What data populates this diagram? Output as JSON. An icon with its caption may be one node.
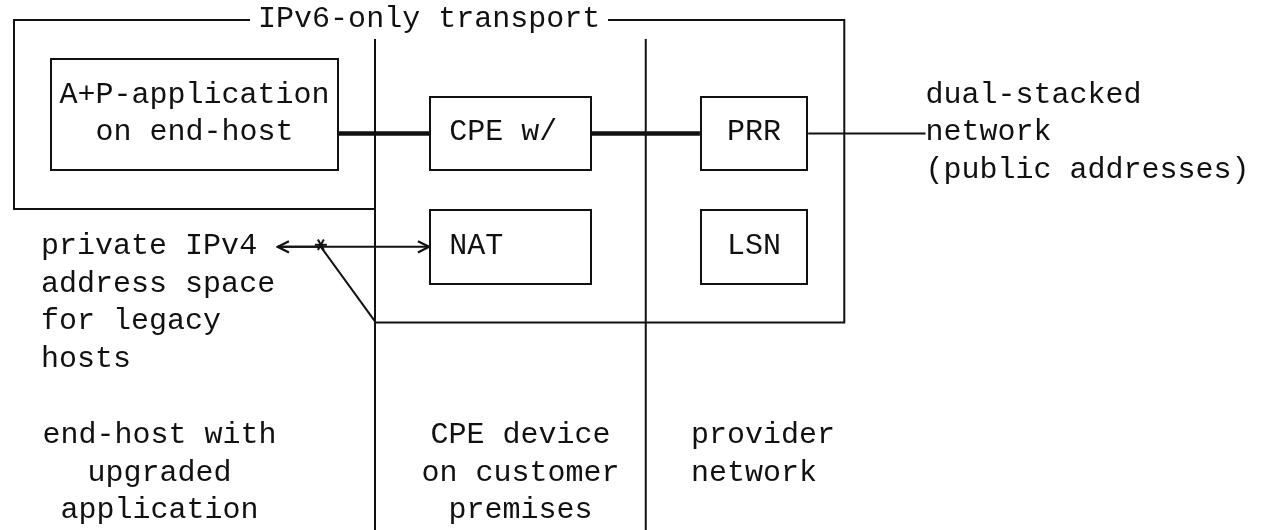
{
  "diagram": {
    "nodes": [
      {
        "text": [
          "IPv6-only transport"
        ]
      },
      {
        "text": [
          "A+P-application on end-host"
        ],
        "in": 0
      },
      {
        "text": [
          "CPE w/"
        ],
        "in": 0
      },
      {
        "text": [
          "NAT"
        ],
        "in": 0
      },
      {
        "text": [
          "PRR"
        ],
        "in": 0
      },
      {
        "text": [
          "LSN"
        ],
        "in": 0
      },
      {
        "text": [
          "dual-stacked network",
          "(public addresses)"
        ]
      },
      {
        "text": [
          "private IPv4 address space for legacy hosts"
        ]
      }
    ],
    "edges": [
      {
        "from": 1,
        "to": 2,
        "arrow": "none",
        "style": "thick"
      },
      {
        "from": 2,
        "to": 4,
        "arrow": "none",
        "style": "thick"
      },
      {
        "from": 4,
        "to": 6,
        "arrow": "none"
      },
      {
        "from": 7,
        "to": 3,
        "arrow": "both"
      },
      {
        "from": 7,
        "to": 0,
        "arrow": "none"
      }
    ],
    "labels": [
      "end-host with upgraded application",
      "CPE device on customer premises",
      "provider network"
    ]
  }
}
